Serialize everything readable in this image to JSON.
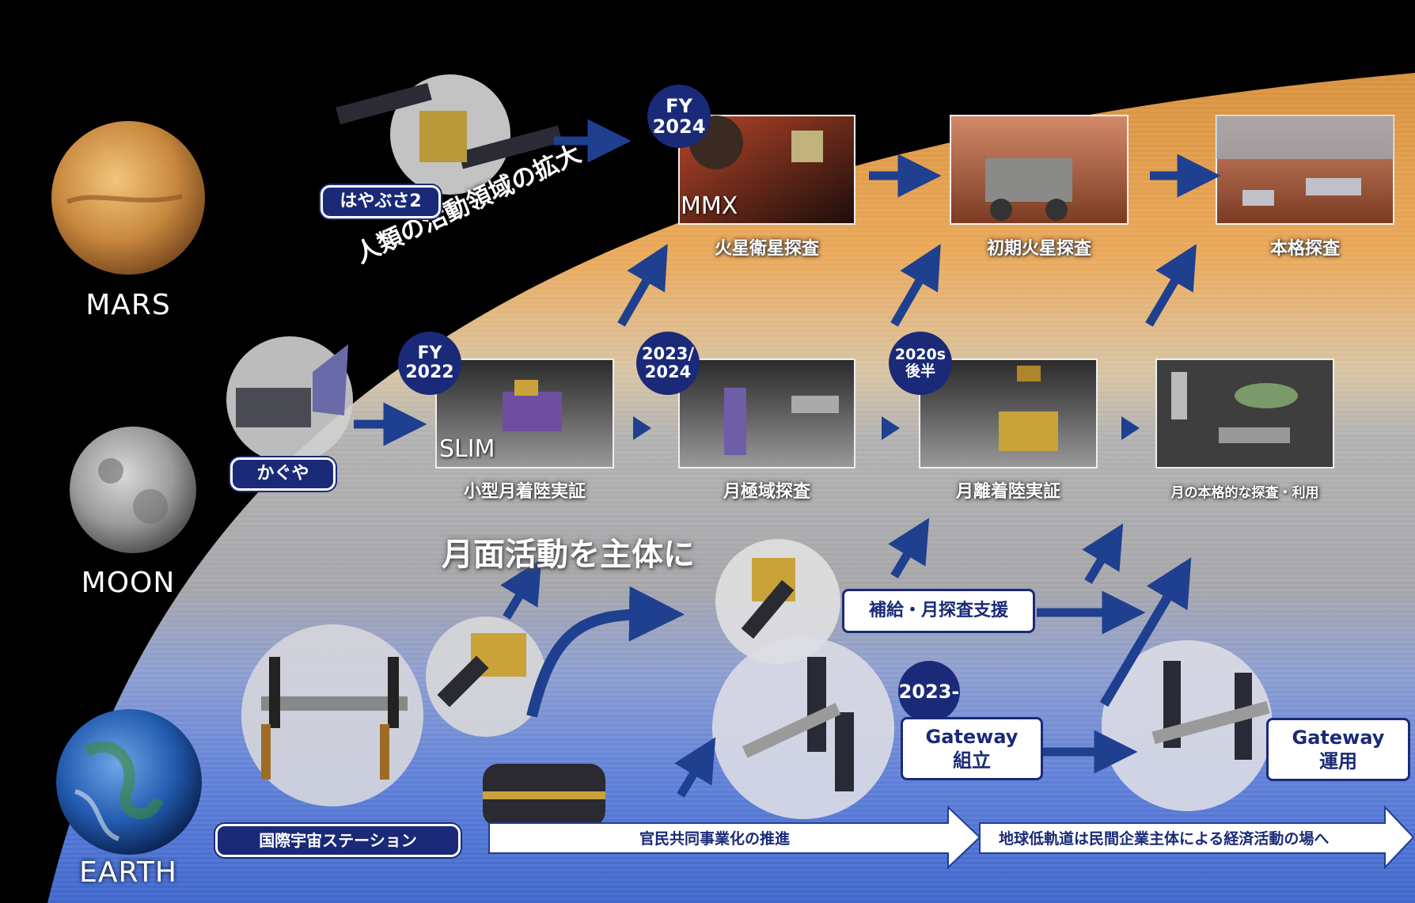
{
  "planets": {
    "mars": "MARS",
    "moon": "MOON",
    "earth": "EARTH"
  },
  "missions": {
    "hayabusa2": "はやぶさ2",
    "kaguya": "かぐや",
    "iss": "国際宇宙ステーション"
  },
  "slogans": {
    "expansion": "人類の活動領域の拡大",
    "moon_focus": "月面活動を主体に"
  },
  "mars_track": {
    "stage1": {
      "badge_line1": "FY",
      "badge_line2": "2024",
      "photo_tag": "MMX",
      "caption": "火星衛星探査"
    },
    "stage2": {
      "caption": "初期火星探査"
    },
    "stage3": {
      "caption": "本格探査"
    }
  },
  "moon_track": {
    "stage1": {
      "badge_line1": "FY",
      "badge_line2": "2022",
      "photo_tag": "SLIM",
      "caption": "小型月着陸実証"
    },
    "stage2": {
      "badge_line1": "2023/",
      "badge_line2": "2024",
      "caption": "月極域探査"
    },
    "stage3": {
      "badge_line1": "2020s",
      "badge_line2": "後半",
      "caption": "月離着陸実証"
    },
    "stage4": {
      "caption": "月の本格的な探査・利用"
    }
  },
  "gateway": {
    "supply_box": "補給・月探査支援",
    "badge": "2023-",
    "assembly_line1": "Gateway",
    "assembly_line2": "組立",
    "operation_line1": "Gateway",
    "operation_line2": "運用"
  },
  "banners": {
    "left": "官民共同事業化の推進",
    "right": "地球低軌道は民間企業主体による経済活動の場へ"
  },
  "colors": {
    "navy": "#1a2a78",
    "arrow": "#1f3f8f",
    "orange": "#e8a24a",
    "gray": "#a8a8a8",
    "blue": "#4d73d6"
  }
}
